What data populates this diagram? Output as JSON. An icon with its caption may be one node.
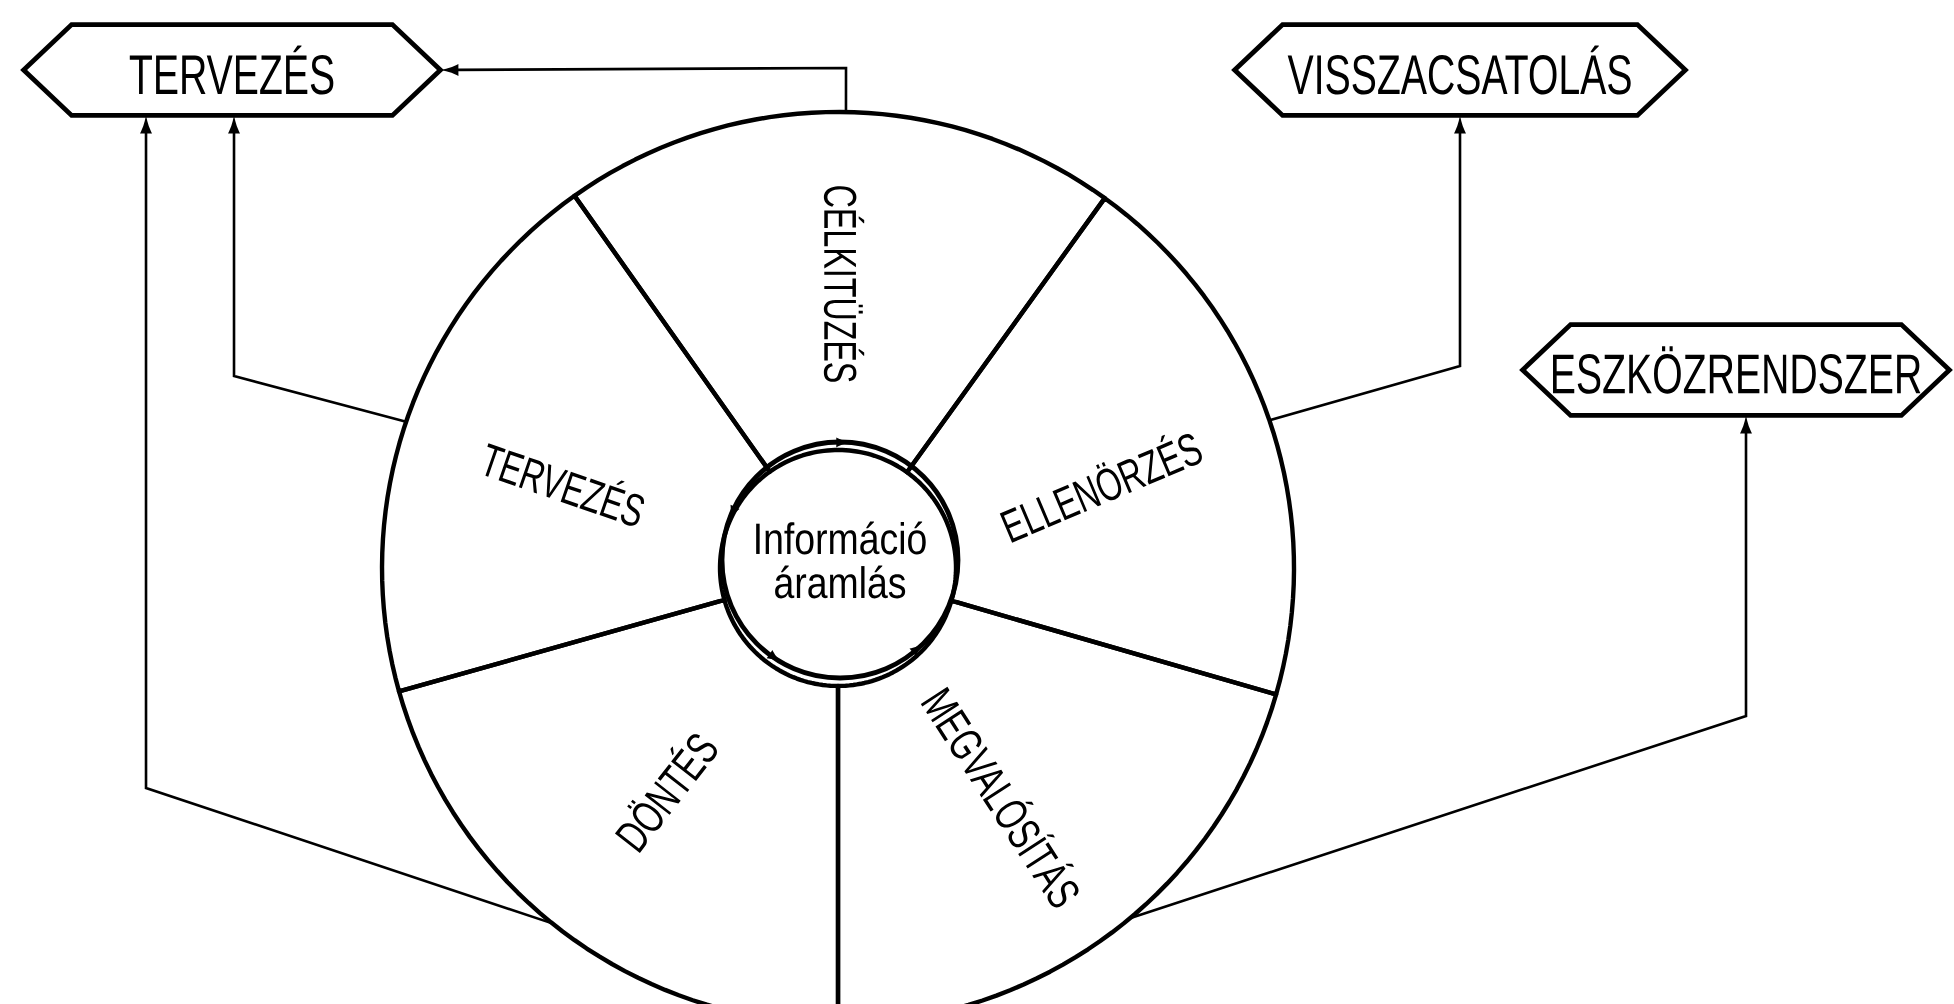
{
  "diagram": {
    "nodes": [
      {
        "text": [
          "TERVEZÉS"
        ]
      },
      {
        "text": [
          "VISSZACSATOLÁS"
        ]
      },
      {
        "text": [
          "ESZKÖZRENDSZER"
        ]
      },
      {
        "text": [
          "CÉLKITÜZÉS"
        ]
      },
      {
        "text": [
          "ELLENÖRZÉS"
        ]
      },
      {
        "text": [
          "MEGVALÓSÍTÁS"
        ]
      },
      {
        "text": [
          "DÖNTÉS"
        ]
      },
      {
        "text": [
          "TERVEZÉS"
        ]
      },
      {
        "text": [
          "Információ áramlás"
        ]
      }
    ],
    "edges": [
      {
        "from": 3,
        "to": 0,
        "arrow": "to"
      },
      {
        "from": 7,
        "to": 0,
        "arrow": "to"
      },
      {
        "from": 6,
        "to": 0,
        "arrow": "to"
      },
      {
        "from": 4,
        "to": 1,
        "arrow": "to"
      },
      {
        "from": 5,
        "to": 2,
        "arrow": "to"
      }
    ]
  }
}
